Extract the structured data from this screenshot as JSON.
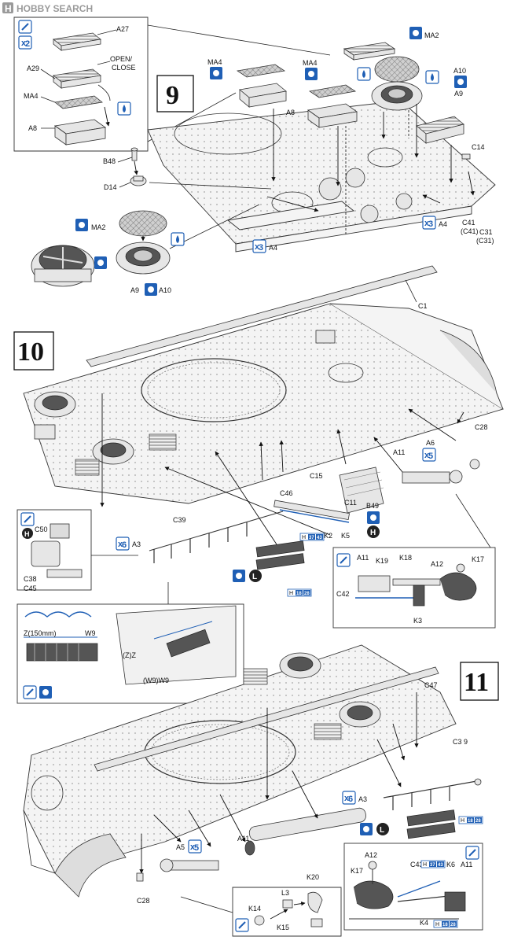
{
  "watermark": {
    "prefix": "H",
    "text": "HOBBY SEARCH"
  },
  "steps": [
    "9",
    "10",
    "11"
  ],
  "multipliers": {
    "x2": "2",
    "x3": "3",
    "x6": "6",
    "x5": "5"
  },
  "circle_marks": {
    "L": "L",
    "H": "H"
  },
  "paint_refs": {
    "h37": "H",
    "n37": "37",
    "n43": "43",
    "h18": "H",
    "n18": "18",
    "n28": "28"
  },
  "step9": {
    "inset_labels": {
      "a27": "A27",
      "a29": "A29",
      "open_close": "OPEN/\nCLOSE",
      "open": "OPEN/",
      "close": "CLOSE",
      "ma4": "MA4",
      "a8": "A8"
    },
    "labels": {
      "ma2_top": "MA2",
      "a10_top": "A10",
      "a9_top": "A9",
      "c14": "C14",
      "ma4_1": "MA4",
      "ma4_2": "MA4",
      "a8": "A8",
      "b48": "B48",
      "d14": "D14",
      "ma2": "MA2",
      "a9": "A9",
      "a10": "A10",
      "a4_mid": "A4",
      "a4_right": "A4",
      "c41": "C41",
      "c41p": "(C41)",
      "c31": "C31",
      "c31p": "(C31)",
      "c1": "C1"
    }
  },
  "step10": {
    "labels": {
      "c28": "C28",
      "a11": "A11",
      "a6": "A6",
      "c15": "C15",
      "c46": "C46",
      "c11": "C11",
      "b49": "B49",
      "k2": "K2",
      "k5": "K5",
      "c39": "C39",
      "a3": "A3",
      "c50": "C50",
      "c38": "C38",
      "c45": "C45"
    },
    "detail_right": {
      "a11": "A11",
      "k19": "K19",
      "k18": "K18",
      "a12": "A12",
      "k17": "K17",
      "c42": "C42",
      "k3": "K3"
    },
    "detail_track": {
      "z_len": "Z(150mm)",
      "w9": "W9",
      "zz": "(Z)Z",
      "w9w9": "(W9)W9"
    }
  },
  "step11": {
    "labels": {
      "c47": "C47",
      "c39": "C3 9",
      "a3": "A3",
      "a5": "A5",
      "a11": "A11",
      "c28": "C28"
    },
    "detail_bottom": {
      "l3": "L3",
      "k20": "K20",
      "k14": "K14",
      "k15": "K15"
    },
    "detail_right": {
      "a12": "A12",
      "k17": "K17",
      "c43": "C43",
      "k6": "K6",
      "a11": "A11",
      "k4": "K4"
    }
  }
}
